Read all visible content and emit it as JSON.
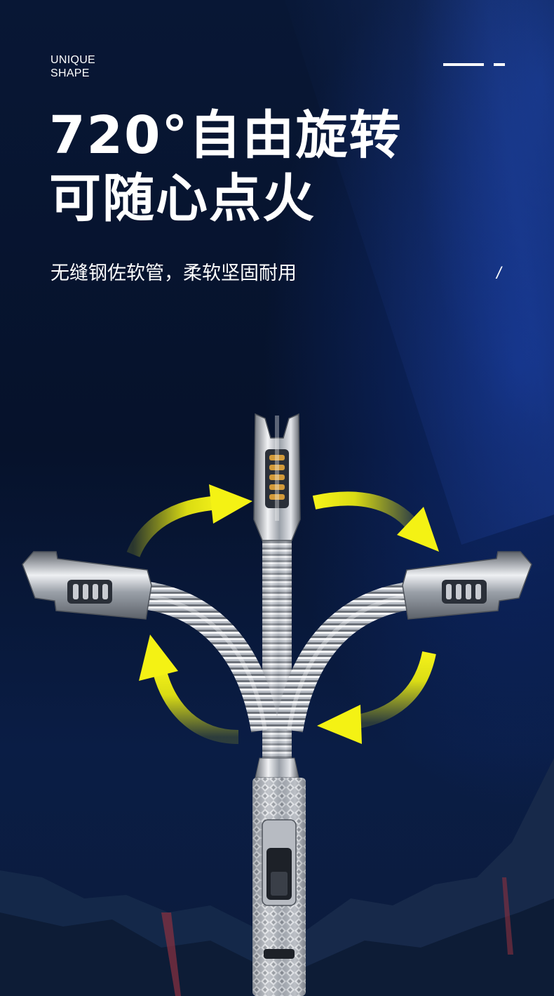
{
  "header": {
    "tag_line_1": "UNIQUE",
    "tag_line_2": "SHAPE",
    "title_line_1": "720°自由旋转",
    "title_line_2": "可随心点火",
    "subtitle": "无缝钢佐软管，柔软坚固耐用",
    "slash": "/"
  },
  "colors": {
    "background": "#06122b",
    "arrow": "#f2f20f",
    "text": "#ffffff",
    "metal": "#c9ccd2"
  },
  "icons": {
    "arrows": "curved-rotation-arrows",
    "product": "flexible-neck-lighter"
  }
}
